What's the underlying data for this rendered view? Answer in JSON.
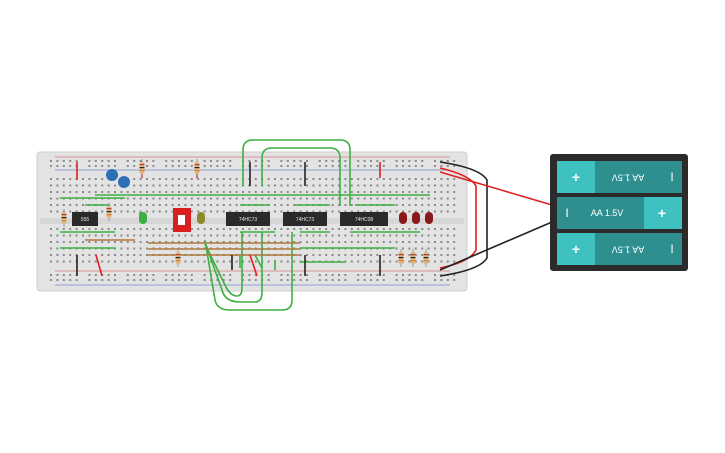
{
  "chips": [
    {
      "label": "555"
    },
    {
      "label": "74HC73"
    },
    {
      "label": "74HC73"
    },
    {
      "label": "74HC08"
    }
  ],
  "battery": {
    "cells": [
      {
        "label": "AA 1.5V",
        "plus": "+",
        "minus": "I"
      },
      {
        "label": "AA 1.5V",
        "plus": "+",
        "minus": "I"
      },
      {
        "label": "AA 1.5V",
        "plus": "+",
        "minus": "I"
      }
    ]
  },
  "colors": {
    "breadboard": "#e6e6e6",
    "wire_green": "#3cb043",
    "wire_red": "#e02020",
    "wire_black": "#222222",
    "chip": "#2a2a2a",
    "battery_case": "#2b2b2b",
    "battery_cell": "#2f8f8f",
    "battery_cap": "#3fc1c1"
  }
}
